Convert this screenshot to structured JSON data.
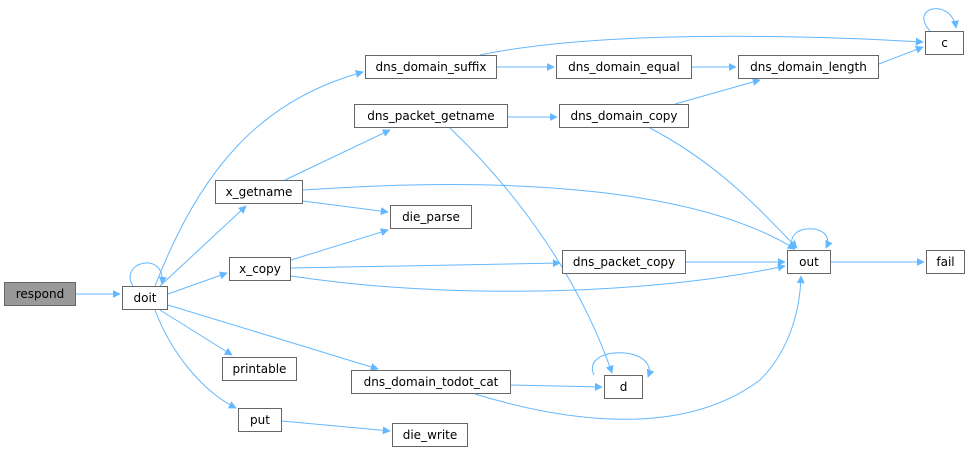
{
  "graph": {
    "edge_color": "#63b8ff",
    "node_border": "#666666",
    "root_fill": "#999999",
    "nodes": {
      "respond": "respond",
      "doit": "doit",
      "dns_domain_suffix": "dns_domain_suffix",
      "dns_domain_equal": "dns_domain_equal",
      "dns_domain_length": "dns_domain_length",
      "c": "c",
      "dns_packet_getname": "dns_packet_getname",
      "dns_domain_copy": "dns_domain_copy",
      "x_getname": "x_getname",
      "die_parse": "die_parse",
      "x_copy": "x_copy",
      "dns_packet_copy": "dns_packet_copy",
      "out": "out",
      "fail": "fail",
      "printable": "printable",
      "dns_domain_todot_cat": "dns_domain_todot_cat",
      "d": "d",
      "put": "put",
      "die_write": "die_write"
    },
    "edges": [
      [
        "respond",
        "doit"
      ],
      [
        "doit",
        "doit"
      ],
      [
        "doit",
        "dns_domain_suffix"
      ],
      [
        "doit",
        "x_getname"
      ],
      [
        "doit",
        "x_copy"
      ],
      [
        "doit",
        "printable"
      ],
      [
        "doit",
        "dns_domain_todot_cat"
      ],
      [
        "doit",
        "put"
      ],
      [
        "dns_domain_suffix",
        "dns_domain_equal"
      ],
      [
        "dns_domain_suffix",
        "c"
      ],
      [
        "dns_domain_equal",
        "dns_domain_length"
      ],
      [
        "dns_domain_length",
        "c"
      ],
      [
        "c",
        "c"
      ],
      [
        "dns_packet_getname",
        "dns_domain_copy"
      ],
      [
        "dns_packet_getname",
        "d"
      ],
      [
        "dns_domain_copy",
        "dns_domain_length"
      ],
      [
        "dns_domain_copy",
        "out"
      ],
      [
        "x_getname",
        "dns_packet_getname"
      ],
      [
        "x_getname",
        "die_parse"
      ],
      [
        "x_getname",
        "out"
      ],
      [
        "x_copy",
        "die_parse"
      ],
      [
        "x_copy",
        "dns_packet_copy"
      ],
      [
        "x_copy",
        "out"
      ],
      [
        "dns_packet_copy",
        "out"
      ],
      [
        "out",
        "out"
      ],
      [
        "out",
        "fail"
      ],
      [
        "dns_domain_todot_cat",
        "d"
      ],
      [
        "dns_domain_todot_cat",
        "out"
      ],
      [
        "d",
        "d"
      ],
      [
        "put",
        "die_write"
      ]
    ]
  }
}
